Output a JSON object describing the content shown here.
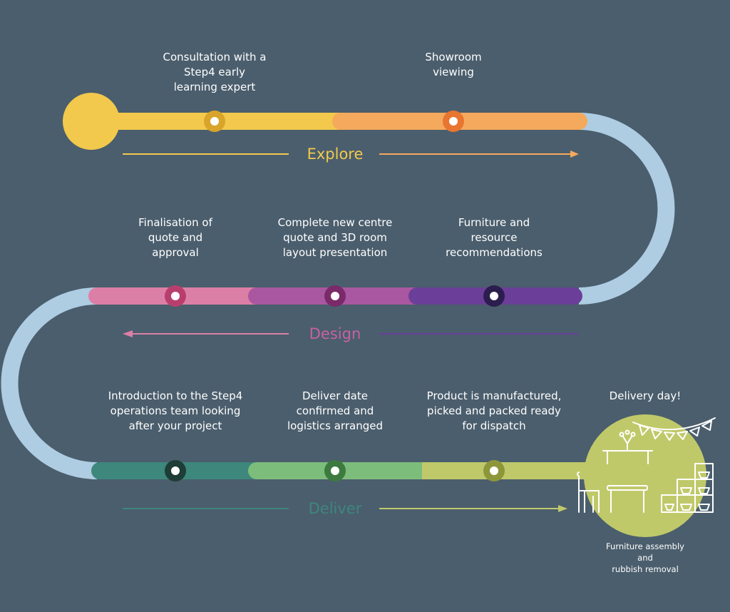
{
  "colors": {
    "background": "#4b5e6d",
    "connector": "#aecde3",
    "explore": "#f2c94c",
    "design": "#c562a3",
    "deliver": "#3d877c"
  },
  "stages": {
    "explore": {
      "title": "Explore",
      "color": "#f2c94c"
    },
    "design": {
      "title": "Design",
      "color": "#c562a3"
    },
    "deliver": {
      "title": "Deliver",
      "color": "#3d877c"
    }
  },
  "steps": {
    "consultation": {
      "label": "Consultation with a\nStep4 early\nlearning expert"
    },
    "showroom": {
      "label": "Showroom\nviewing"
    },
    "finalisation": {
      "label": "Finalisation of\nquote and\napproval"
    },
    "layout": {
      "label": "Complete new centre\nquote and 3D room\nlayout presentation"
    },
    "recommendations": {
      "label": "Furniture and\nresource\nrecommendations"
    },
    "introduction": {
      "label": "Introduction to the Step4\noperations team looking\nafter your project"
    },
    "logistics": {
      "label": "Deliver date\nconfirmed and\nlogistics arranged"
    },
    "manufactured": {
      "label": "Product is manufactured,\npicked and packed ready\nfor dispatch"
    },
    "delivery_day": {
      "label": "Delivery day!"
    }
  },
  "delivery": {
    "caption": "Furniture assembly and\nrubbish removal",
    "icon": "furniture-room-icon"
  }
}
